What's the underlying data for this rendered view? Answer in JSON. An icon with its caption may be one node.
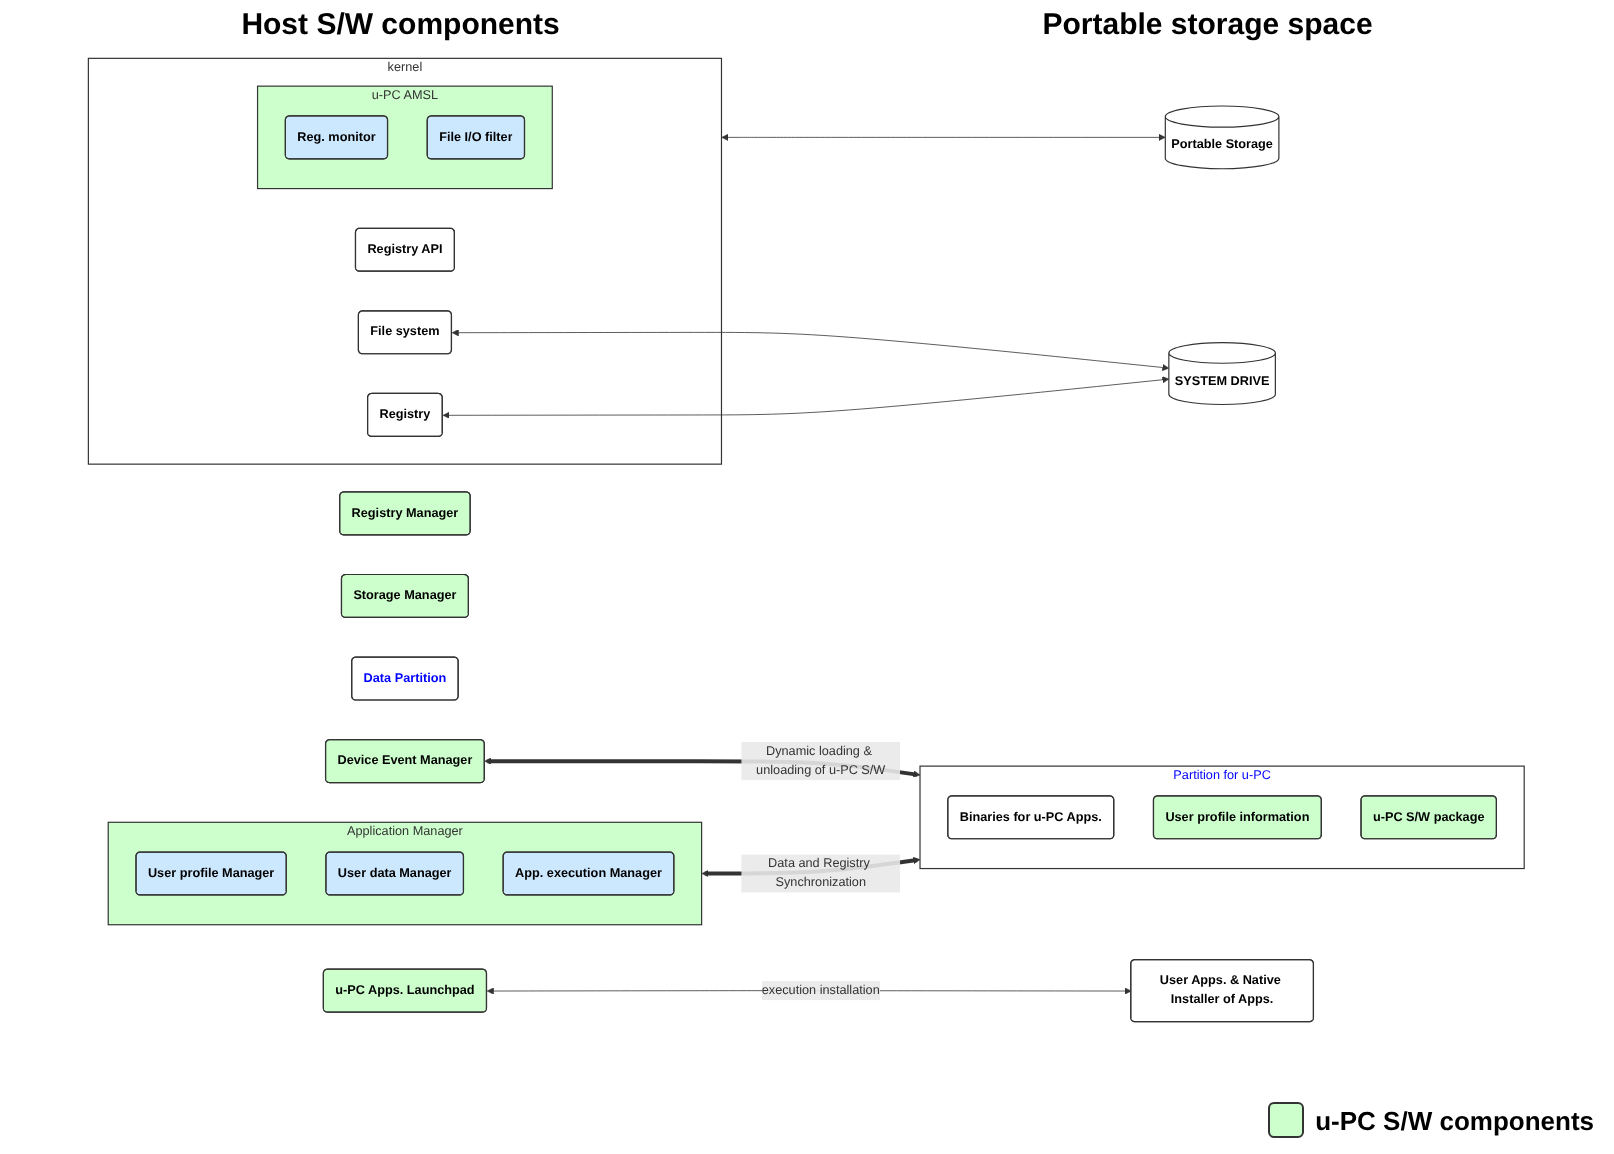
{
  "diagram": {
    "title": "Host S/W components",
    "nodes": [
      {
        "text": [
          "u-PC Apps. Launchpad"
        ]
      },
      {
        "text": [
          "User Apps. & Native Installer of Apps."
        ]
      },
      {
        "text": [
          "Application Manager"
        ]
      },
      {
        "text": [
          "User profile Manager"
        ],
        "in": 2
      },
      {
        "text": [
          "User data Manager"
        ],
        "in": 2
      },
      {
        "text": [
          "App. execution Manager"
        ],
        "in": 2
      },
      {
        "text": [
          "Registry Manager"
        ]
      },
      {
        "text": [
          "Storage Manager"
        ]
      },
      {
        "text": [
          "Device Event Manager"
        ]
      },
      {
        "text": [
          "Partition for u-PC"
        ]
      },
      {
        "text": [
          "Binaries for u-PC Apps."
        ],
        "in": 9
      },
      {
        "text": [
          "User profile information"
        ],
        "in": 9
      },
      {
        "text": [
          "u-PC S/W package"
        ],
        "in": 9
      },
      {
        "text": [
          "Data Partition"
        ]
      },
      {
        "text": [
          "kernel"
        ]
      },
      {
        "text": [
          "Registry API"
        ],
        "in": 14
      },
      {
        "text": [
          "u-PC AMSL"
        ],
        "in": 14
      },
      {
        "text": [
          "Reg. monitor"
        ],
        "in": 16
      },
      {
        "text": [
          "File I/O filter"
        ],
        "in": 16
      },
      {
        "text": [
          "Registry"
        ],
        "in": 14
      },
      {
        "text": [
          "File system"
        ],
        "in": 14
      },
      {
        "text": [
          "Portable Storage"
        ]
      },
      {
        "text": [
          "SYSTEM DRIVE"
        ]
      }
    ],
    "edges": [
      {
        "from": 0,
        "to": 1,
        "arrow": "both",
        "label": "execution installation"
      },
      {
        "from": 2,
        "to": 9,
        "arrow": "both",
        "label": "Data and Registry Synchronization",
        "style": "thick"
      },
      {
        "from": 8,
        "to": 9,
        "arrow": "both",
        "label": "Dynamic loading & unloading of u-PC S/W",
        "style": "thick"
      },
      {
        "from": 14,
        "to": 21,
        "arrow": "both"
      },
      {
        "from": 19,
        "to": 22,
        "arrow": "both"
      },
      {
        "from": 20,
        "to": 22,
        "arrow": "both"
      }
    ],
    "labels": [
      "Portable storage space"
    ],
    "legend": [
      {
        "text": "u-PC S/W components",
        "color": "#ccffcc"
      }
    ]
  }
}
